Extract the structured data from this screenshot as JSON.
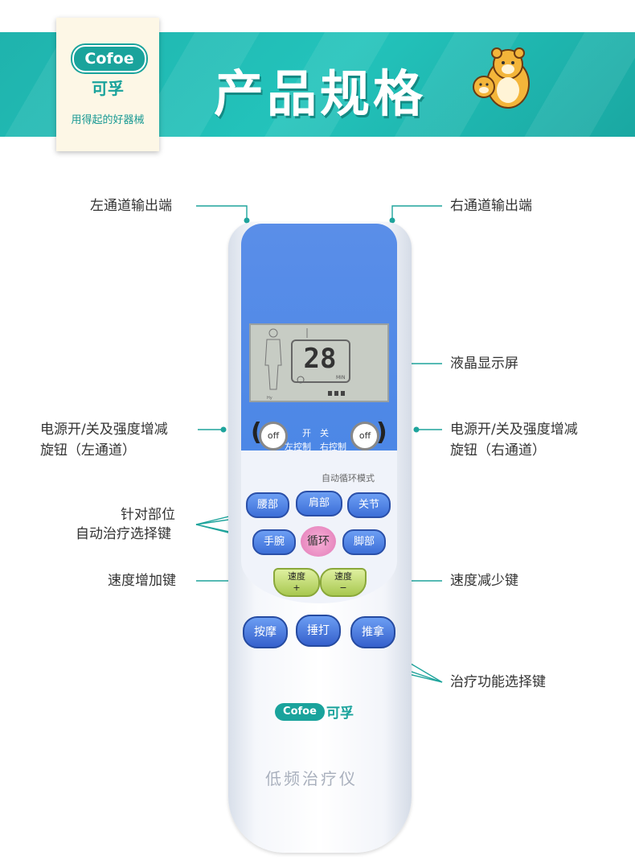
{
  "banner": {
    "brand_logo": "Cofoe",
    "brand_cn": "可孚",
    "slogan": "用得起的好器械",
    "title": "产品规格"
  },
  "labels": {
    "left_output": "左通道输出端",
    "right_output": "右通道输出端",
    "lcd": "液晶显示屏",
    "left_knob_1": "电源开/关及强度增减",
    "left_knob_2": "旋钮（左通道）",
    "right_knob_1": "电源开/关及强度增减",
    "right_knob_2": "旋钮（右通道）",
    "target_1": "针对部位",
    "target_2": "自动治疗选择键",
    "speed_up": "速度增加键",
    "speed_down": "速度减少键",
    "therapy": "治疗功能选择键"
  },
  "remote": {
    "lcd_value": "28",
    "lcd_min": "MIN",
    "knob_left": "off",
    "knob_right": "off",
    "switch_label": "开　关",
    "left_ctrl": "左控制",
    "right_ctrl": "右控制",
    "auto_mode": "自动循环模式",
    "btn_waist": "腰部",
    "btn_shoulder": "肩部",
    "btn_joint": "关节",
    "btn_hand": "手腕",
    "btn_cycle": "循环",
    "btn_foot": "脚部",
    "btn_speed_plus": "速度",
    "plus": "+",
    "btn_speed_minus": "速度",
    "minus": "−",
    "btn_massage": "按摩",
    "btn_tap": "捶打",
    "btn_knead": "推拿",
    "logo": "Cofoe",
    "logo_cn": "可孚",
    "product_name": "低频治疗仪"
  }
}
